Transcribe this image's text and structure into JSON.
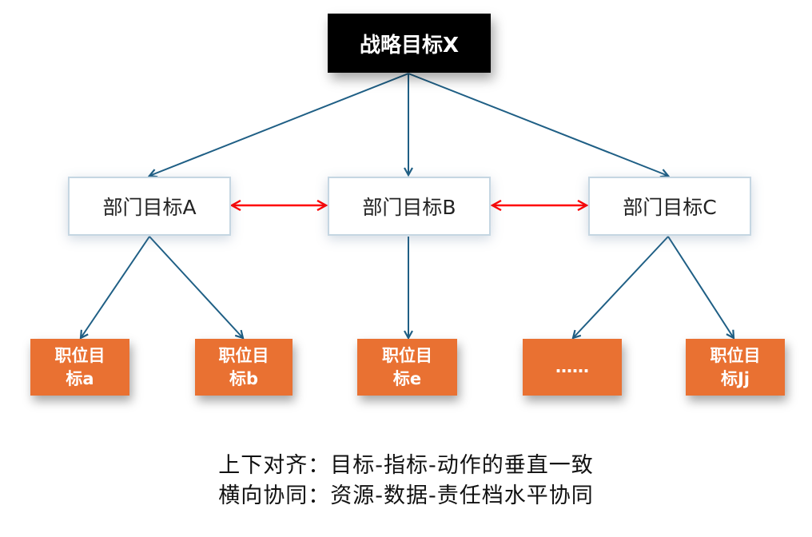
{
  "diagram": {
    "root": {
      "id": "X",
      "label": "战略目标X"
    },
    "departments": [
      {
        "id": "A",
        "label": "部门目标A"
      },
      {
        "id": "B",
        "label": "部门目标B"
      },
      {
        "id": "C",
        "label": "部门目标C"
      }
    ],
    "positions": [
      {
        "id": "a",
        "label": "职位目标a",
        "parent": "A"
      },
      {
        "id": "b",
        "label": "职位目标b",
        "parent": "A"
      },
      {
        "id": "e",
        "label": "职位目标e",
        "parent": "B"
      },
      {
        "id": "etc",
        "label": "……",
        "parent": "C"
      },
      {
        "id": "Jj",
        "label": "职位目标Jj",
        "parent": "C"
      }
    ],
    "edges": [
      {
        "from": "X",
        "to": "A",
        "type": "vertical"
      },
      {
        "from": "X",
        "to": "B",
        "type": "vertical"
      },
      {
        "from": "X",
        "to": "C",
        "type": "vertical"
      },
      {
        "from": "A",
        "to": "a",
        "type": "vertical"
      },
      {
        "from": "A",
        "to": "b",
        "type": "vertical"
      },
      {
        "from": "B",
        "to": "e",
        "type": "vertical"
      },
      {
        "from": "C",
        "to": "etc",
        "type": "vertical"
      },
      {
        "from": "C",
        "to": "Jj",
        "type": "vertical"
      },
      {
        "from": "A",
        "to": "B",
        "type": "horizontal-bidirectional"
      },
      {
        "from": "B",
        "to": "C",
        "type": "horizontal-bidirectional"
      }
    ],
    "colors": {
      "root_fill": "#000000",
      "position_fill": "#e97132",
      "vertical_arrow": "#1f5f85",
      "horizontal_arrow": "#ff0000",
      "dept_border": "#c5d6e2"
    }
  },
  "captions": [
    "上下对齐：目标-指标-动作的垂直一致",
    "横向协同：资源-数据-责任档水平协同"
  ]
}
